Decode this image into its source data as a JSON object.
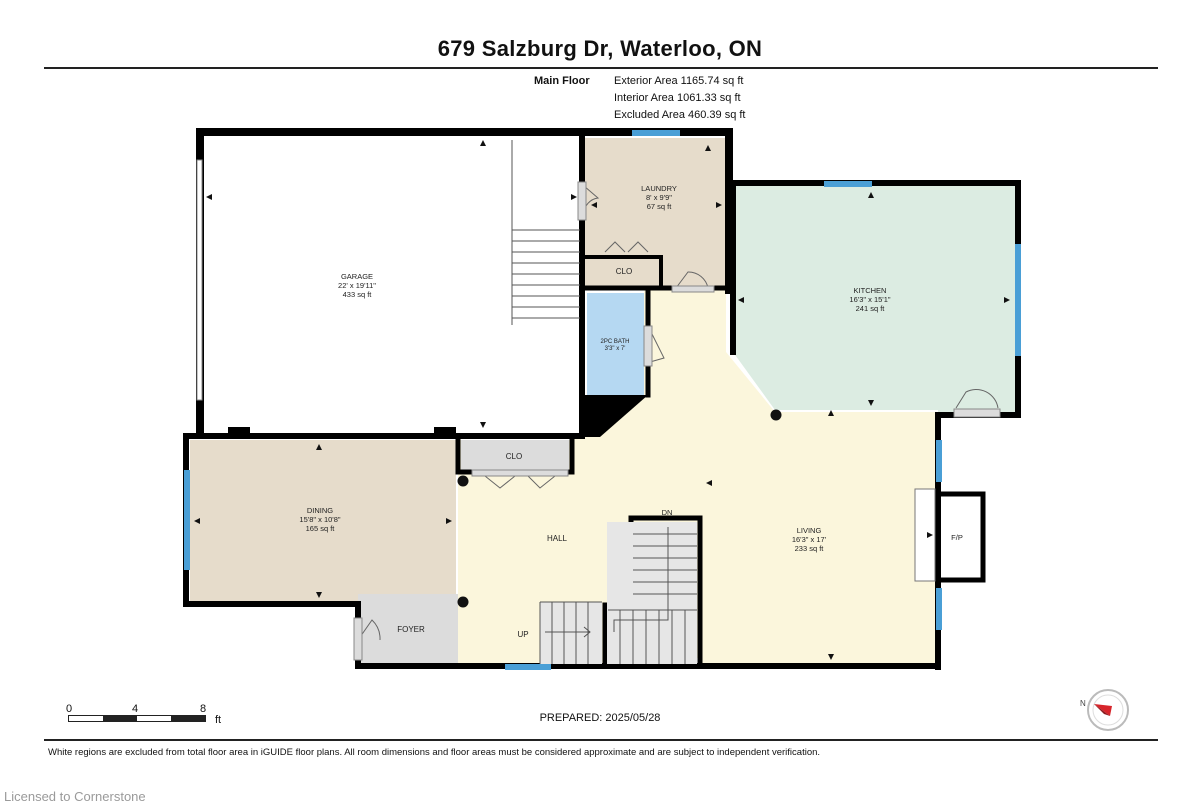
{
  "header": {
    "title": "679 Salzburg Dr, Waterloo, ON"
  },
  "floor": {
    "name": "Main Floor",
    "exterior_area": "Exterior Area 1165.74 sq ft",
    "interior_area": "Interior Area 1061.33 sq ft",
    "excluded_area": "Excluded Area 460.39 sq ft"
  },
  "rooms": {
    "garage": {
      "name": "GARAGE",
      "dims": "22' x 19'11\"",
      "area": "433 sq ft"
    },
    "laundry": {
      "name": "LAUNDRY",
      "dims": "8' x 9'9\"",
      "area": "67 sq ft"
    },
    "kitchen": {
      "name": "KITCHEN",
      "dims": "16'3\" x 15'1\"",
      "area": "241 sq ft"
    },
    "bath": {
      "name": "2PC BATH",
      "dims": "3'3\" x 7'"
    },
    "dining": {
      "name": "DINING",
      "dims": "15'8\" x 10'8\"",
      "area": "165 sq ft"
    },
    "living": {
      "name": "LIVING",
      "dims": "16'3\" x 17'",
      "area": "233 sq ft"
    },
    "hall": {
      "name": "HALL"
    },
    "foyer": {
      "name": "FOYER"
    },
    "clo_laundry": {
      "name": "CLO"
    },
    "clo_hall": {
      "name": "CLO"
    },
    "fireplace": {
      "name": "F/P"
    },
    "stairs_down": {
      "name": "DN"
    },
    "stairs_up": {
      "name": "UP"
    }
  },
  "scale": {
    "labels": [
      "0",
      "4",
      "8"
    ],
    "unit": "ft"
  },
  "compass": {
    "label": "N"
  },
  "colors": {
    "wall": "#000000",
    "window": "#4a9fd6",
    "garage_fill": "#ffffff",
    "laundry_fill": "#e6dccb",
    "kitchen_fill": "#dcece2",
    "bath_fill": "#b5d8f2",
    "dining_fill": "#e6dccb",
    "hall_fill": "#fbf6dc",
    "foyer_fill": "#dcdcdc"
  },
  "footer": {
    "prepared": "PREPARED: 2025/05/28",
    "disclaimer": "White regions are excluded from total floor area in iGUIDE floor plans. All room dimensions and floor areas must be considered approximate and are subject to independent verification.",
    "watermark": "Licensed to Cornerstone"
  }
}
